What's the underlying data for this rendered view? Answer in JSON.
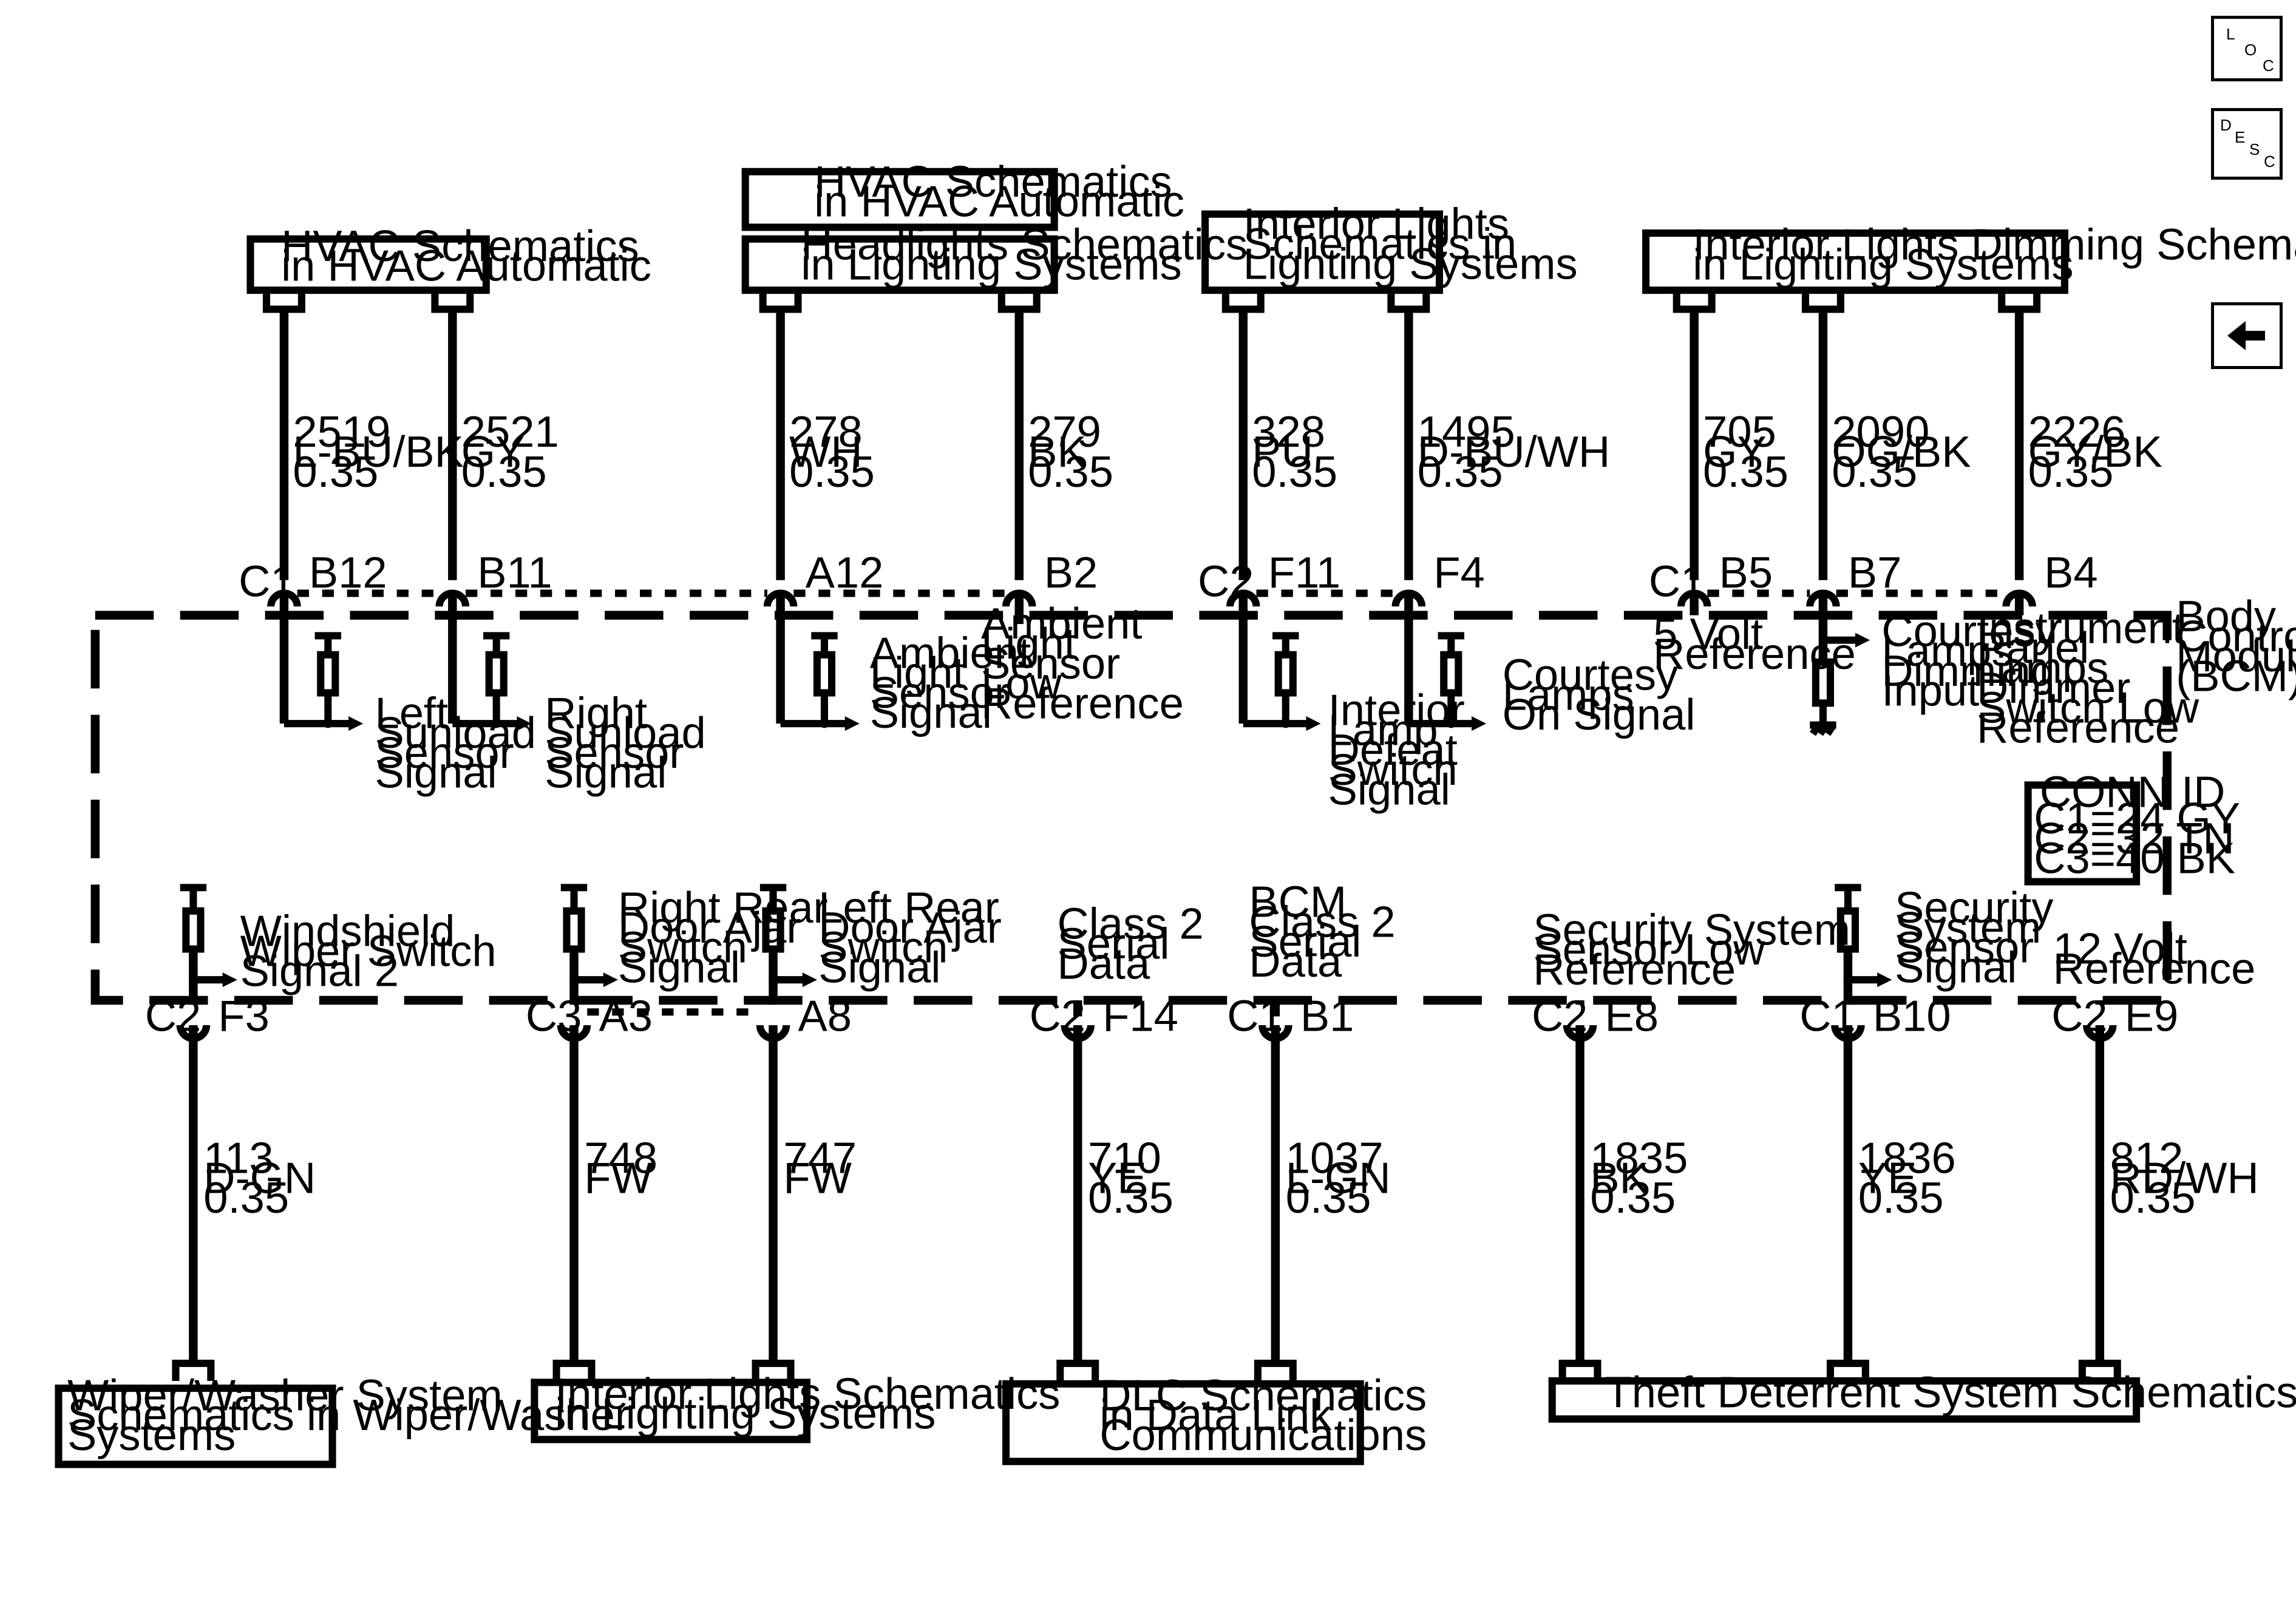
{
  "nav": {
    "loc": [
      "L",
      "O",
      "C"
    ],
    "desc": [
      "D",
      "E",
      "S",
      "C"
    ],
    "back_icon": "left-arrow-icon"
  },
  "top_boxes": [
    {
      "lines": [
        "HVAC Schematics",
        "in HVAC Automatic"
      ]
    },
    {
      "lines": [
        "HVAC Schematics",
        "in HVAC Automatic"
      ]
    },
    {
      "lines": [
        "Headlights Schematics",
        "in Lighting Systems"
      ]
    },
    {
      "lines": [
        "Interior Lights",
        "Schematics in",
        "Lighting Systems"
      ]
    },
    {
      "lines": [
        "Interior Lights Dimming Schematics",
        "in Lighting Systems"
      ]
    }
  ],
  "bottom_boxes": [
    {
      "lines": [
        "Wiper/Washer System",
        "Schematics in Wiper/Washer",
        "Systems"
      ]
    },
    {
      "lines": [
        "Interior Lights Schematics",
        "in Lighting Systems"
      ]
    },
    {
      "lines": [
        "DLC Schematics",
        "in Data Link",
        "Communications"
      ]
    },
    {
      "lines": [
        "Theft Deterrent System Schematics in Theft Deterrent"
      ]
    }
  ],
  "top_wires": [
    {
      "circuit": [
        "2519",
        "L-BU/BK",
        "0.35"
      ],
      "conn": "C1",
      "pin": "B12",
      "desc": [
        "Left",
        "Sunload",
        "Sensor",
        "Signal"
      ]
    },
    {
      "circuit": [
        "2521",
        "GY",
        "0.35"
      ],
      "conn": "",
      "pin": "B11",
      "desc": [
        "Right",
        "Sunload",
        "Sensor",
        "Signal"
      ]
    },
    {
      "circuit": [
        "278",
        "WH",
        "0.35"
      ],
      "conn": "",
      "pin": "A12",
      "desc": [
        "Ambient",
        "Light",
        "Sensor",
        "Signal"
      ]
    },
    {
      "circuit": [
        "279",
        "BK",
        "0.35"
      ],
      "conn": "",
      "pin": "B2",
      "desc": [
        "Ambient",
        "Light",
        "Sensor",
        "Low",
        "Reference"
      ]
    },
    {
      "circuit": [
        "328",
        "PU",
        "0.35"
      ],
      "conn": "C2",
      "pin": "F11",
      "desc": [
        "Interior",
        "Lamp",
        "Defeat",
        "Switch",
        "Signal"
      ]
    },
    {
      "circuit": [
        "1495",
        "D-BU/WH",
        "0.35"
      ],
      "conn": "",
      "pin": "F4",
      "desc": [
        "Courtesy",
        "Lamps",
        "On Signal"
      ]
    },
    {
      "circuit": [
        "705",
        "GY",
        "0.35"
      ],
      "conn": "C1",
      "pin": "B5",
      "desc": [
        "5 Volt",
        "Reference"
      ]
    },
    {
      "circuit": [
        "2090",
        "OG/BK",
        "0.35"
      ],
      "conn": "",
      "pin": "B7",
      "desc": [
        "Courtesy",
        "Lamps",
        "Dimming",
        "Input"
      ]
    },
    {
      "circuit": [
        "2226",
        "GY/BK",
        "0.35"
      ],
      "conn": "",
      "pin": "B4",
      "desc": [
        "Instrument",
        "Panel",
        "Lamps",
        "Dimmer",
        "Switch Low",
        "Reference"
      ]
    }
  ],
  "bottom_wires": [
    {
      "circuit": [
        "113",
        "D-GN",
        "0.35"
      ],
      "conn": "C2",
      "pin": "F3",
      "desc": [
        "Windshield",
        "Wiper Switch",
        "Signal 2"
      ]
    },
    {
      "circuit": [
        "748",
        "FW"
      ],
      "conn": "C3",
      "pin": "A3",
      "desc": [
        "Right Rear",
        "Door Ajar",
        "Switch",
        "Signal"
      ]
    },
    {
      "circuit": [
        "747",
        "FW"
      ],
      "conn": "",
      "pin": "A8",
      "desc": [
        "Left Rear",
        "Door Ajar",
        "Switch",
        "Signal"
      ]
    },
    {
      "circuit": [
        "710",
        "YE",
        "0.35"
      ],
      "conn": "C2",
      "pin": "F14",
      "desc": [
        "Class 2",
        "Serial",
        "Data"
      ]
    },
    {
      "circuit": [
        "1037",
        "L-GN",
        "0.35"
      ],
      "conn": "C1",
      "pin": "B1",
      "desc": [
        "BCM",
        "Class 2",
        "Serial",
        "Data"
      ]
    },
    {
      "circuit": [
        "1835",
        "BK",
        "0.35"
      ],
      "conn": "C2",
      "pin": "E8",
      "desc": [
        "Security System",
        "Sensor Low",
        "Reference"
      ]
    },
    {
      "circuit": [
        "1836",
        "YE",
        "0.35"
      ],
      "conn": "C1",
      "pin": "B10",
      "desc": [
        "Security",
        "System",
        "Sensor",
        "Signal"
      ]
    },
    {
      "circuit": [
        "812",
        "RD/WH",
        "0.35"
      ],
      "conn": "C2",
      "pin": "E9",
      "desc": [
        "12 Volt",
        "Reference"
      ]
    }
  ],
  "module_label": [
    "Body",
    "Control",
    "Module",
    "(BCM)"
  ],
  "conn_id": {
    "title": "CONN ID",
    "rows": [
      "C1=24 GY",
      "C2=32 TN",
      "C3=40 BK"
    ]
  }
}
